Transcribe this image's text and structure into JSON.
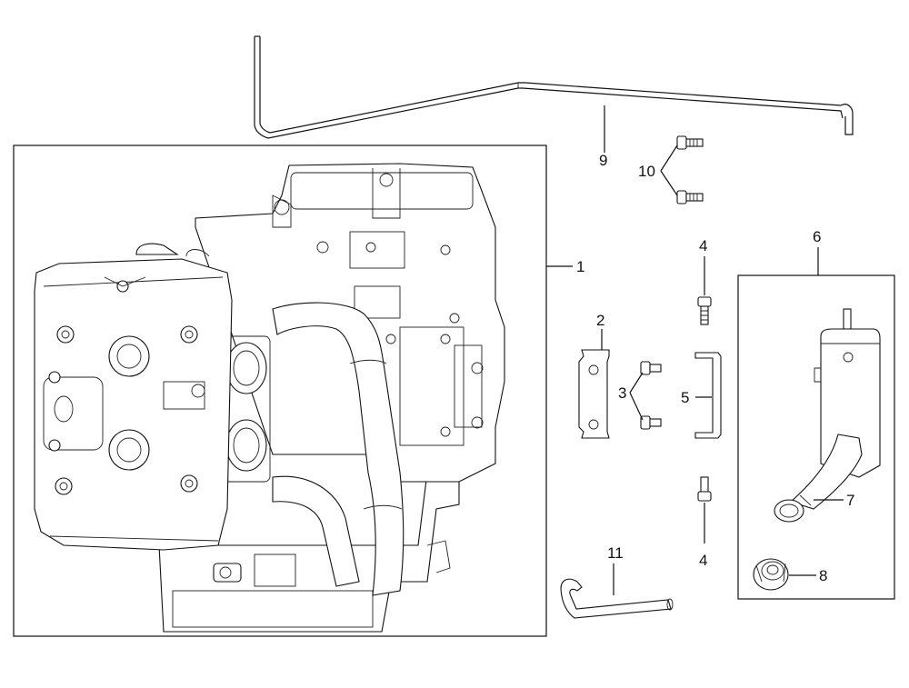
{
  "diagram": {
    "labels": {
      "p1": "1",
      "p2": "2",
      "p3": "3",
      "p4_top": "4",
      "p4_bottom": "4",
      "p5": "5",
      "p6": "6",
      "p7": "7",
      "p8": "8",
      "p9": "9",
      "p10": "10",
      "p11": "11"
    }
  }
}
